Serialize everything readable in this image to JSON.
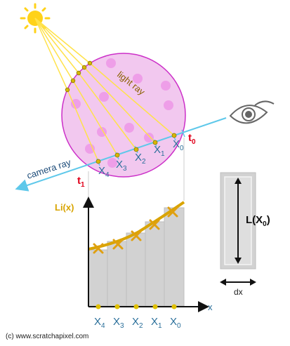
{
  "labels": {
    "light_ray": "light ray",
    "camera_ray": "camera ray",
    "t0": "t",
    "t0_sub": "0",
    "t1": "t",
    "t1_sub": "1",
    "li": "Li(x)",
    "x_axis": "x",
    "l_x0": "L(X",
    "l_x0_sub": "0",
    "l_x0_close": ")",
    "dx": "dx",
    "credit": "(c) www.scratchapixel.com"
  },
  "samples_top": [
    {
      "base": "X",
      "sub": "4"
    },
    {
      "base": "X",
      "sub": "3"
    },
    {
      "base": "X",
      "sub": "2"
    },
    {
      "base": "X",
      "sub": "1"
    },
    {
      "base": "X",
      "sub": "0"
    }
  ],
  "samples_bottom": [
    {
      "base": "X",
      "sub": "4"
    },
    {
      "base": "X",
      "sub": "3"
    },
    {
      "base": "X",
      "sub": "2"
    },
    {
      "base": "X",
      "sub": "1"
    },
    {
      "base": "X",
      "sub": "0"
    }
  ],
  "colors": {
    "sphere_fill": "#f2c8ef",
    "sphere_stroke": "#cc2fc8",
    "sphere_dots": "#ee9ee8",
    "light_ray": "#ffe24a",
    "camera_ray": "#5ec8ea",
    "sample_label": "#2a6f9a",
    "t_label": "#e0001a",
    "li_label": "#d8a400",
    "curve": "#d9a400",
    "bar_fill": "#d2d2d2",
    "bar_stroke": "#bdbdbd",
    "sun": "#ffd21a",
    "axis": "#111111"
  },
  "icons": {
    "sun": "sun-icon",
    "eye": "eye-icon"
  }
}
